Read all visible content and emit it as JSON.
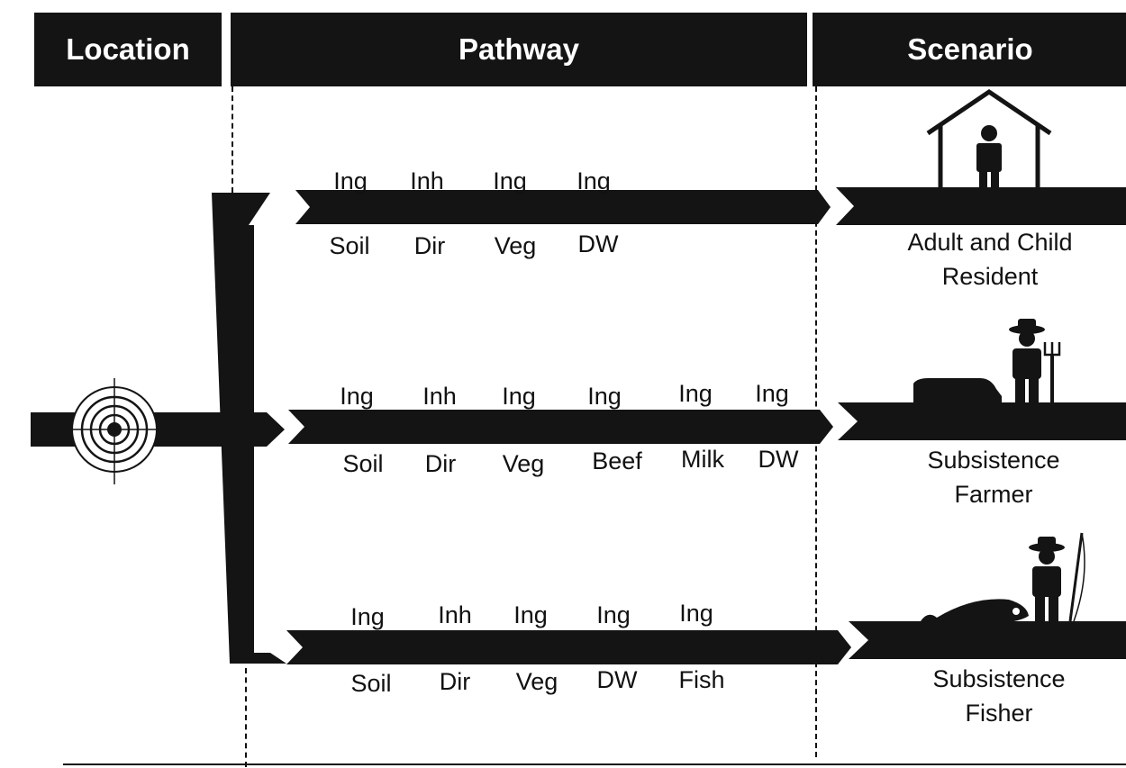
{
  "header": {
    "location": "Location",
    "pathway": "Pathway",
    "scenario": "Scenario"
  },
  "rows": [
    {
      "top_labels": [
        "Ing",
        "Inh",
        "Ing",
        "Ing"
      ],
      "bottom_labels": [
        "Soil",
        "Dir",
        "Veg",
        "DW"
      ],
      "scenario_lines": [
        "Adult and Child",
        "Resident"
      ],
      "icon": "house-resident-icon"
    },
    {
      "top_labels": [
        "Ing",
        "Inh",
        "Ing",
        "Ing",
        "Ing",
        "Ing"
      ],
      "bottom_labels": [
        "Soil",
        "Dir",
        "Veg",
        "Beef",
        "Milk",
        "DW"
      ],
      "scenario_lines": [
        "Subsistence",
        "Farmer"
      ],
      "icon": "farmer-cow-icon"
    },
    {
      "top_labels": [
        "Ing",
        "Inh",
        "Ing",
        "Ing",
        "Ing"
      ],
      "bottom_labels": [
        "Soil",
        "Dir",
        "Veg",
        "DW",
        "Fish"
      ],
      "scenario_lines": [
        "Subsistence",
        "Fisher"
      ],
      "icon": "fisher-fish-icon"
    }
  ],
  "colors": {
    "band": "#141414",
    "background": "#ffffff"
  }
}
